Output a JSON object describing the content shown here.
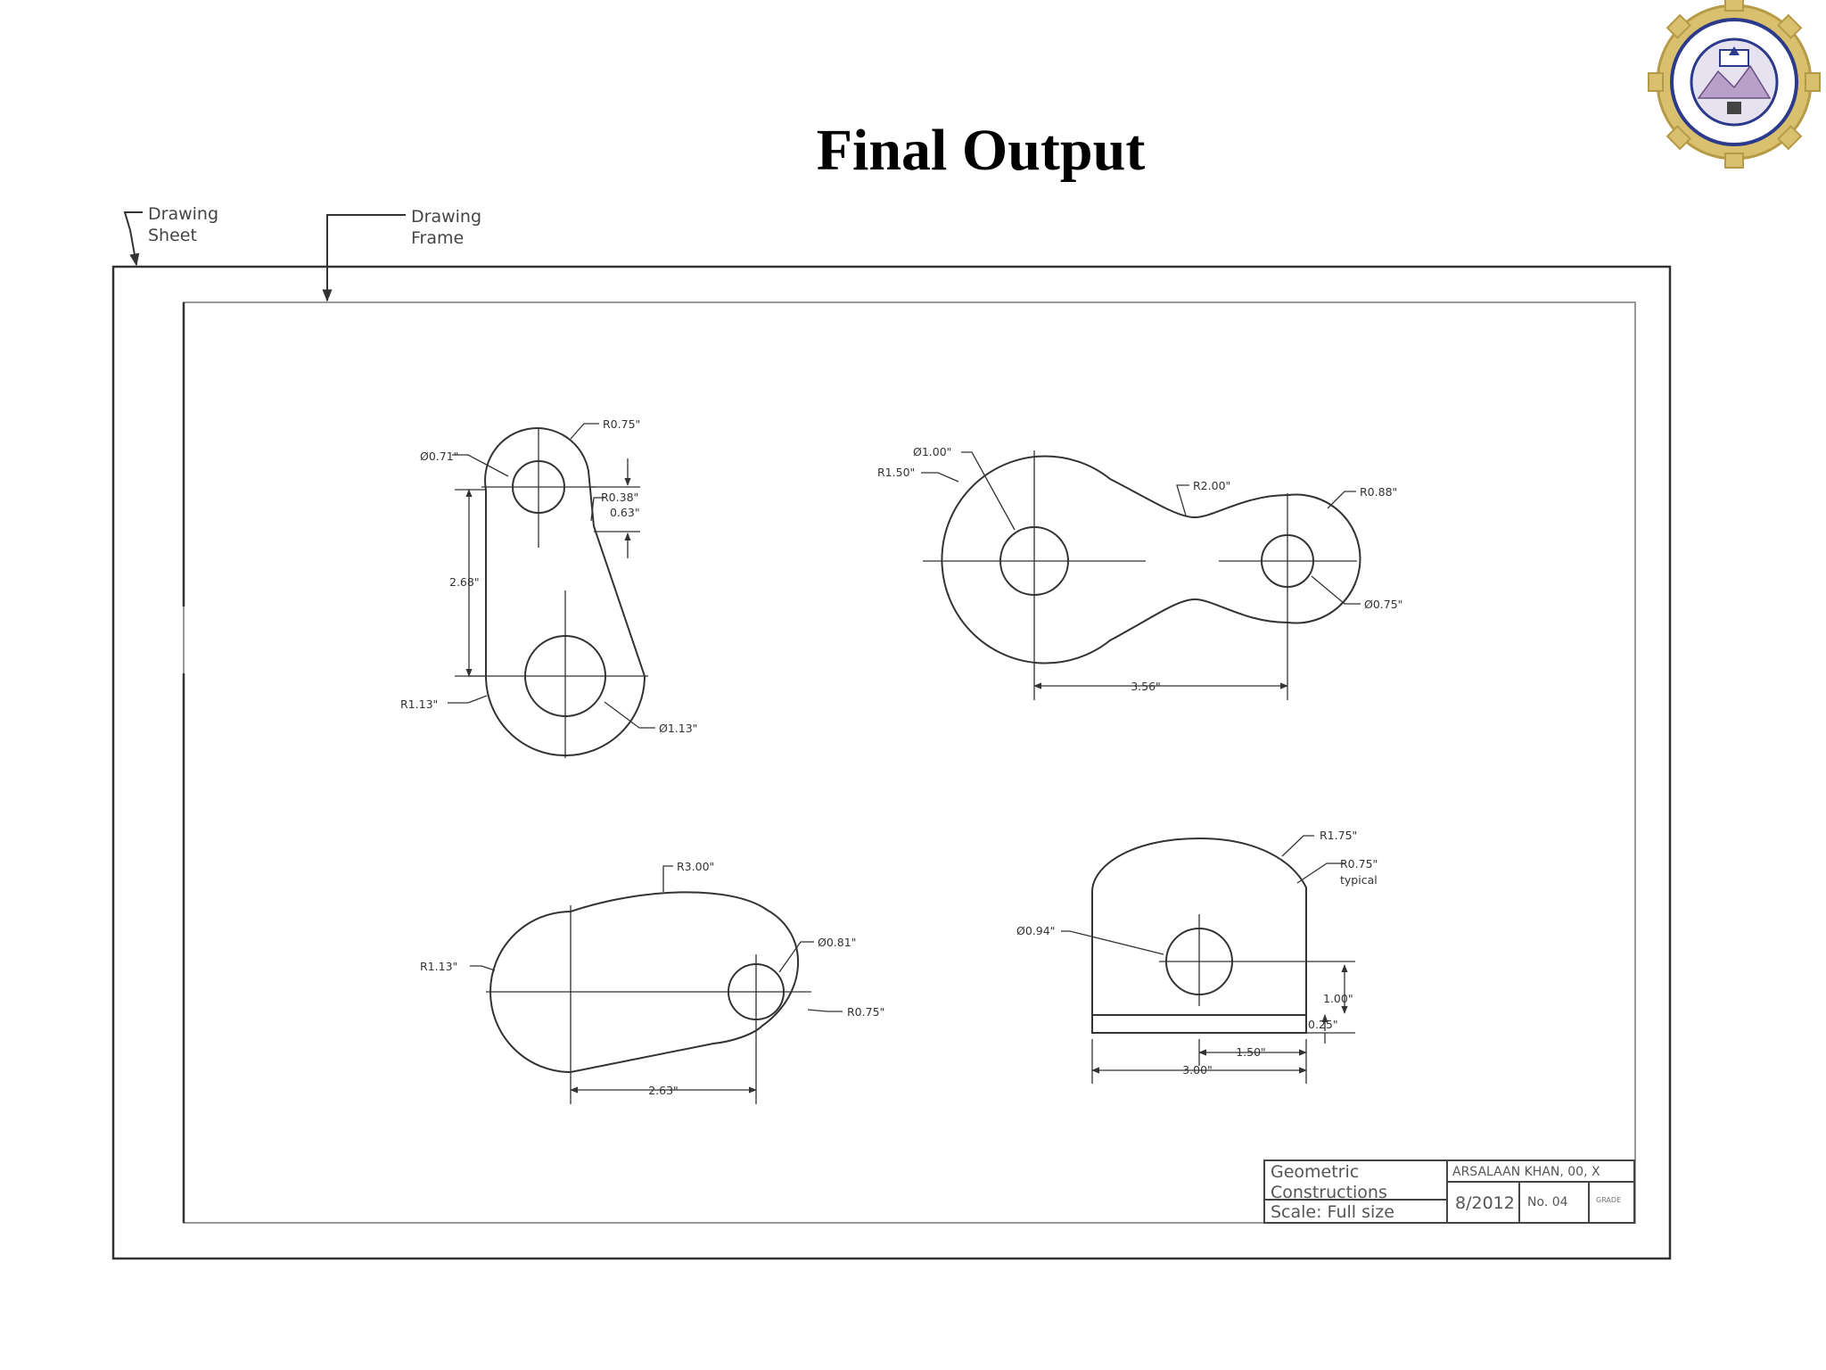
{
  "title": "Final Output",
  "callouts": {
    "sheet": [
      "Drawing",
      "Sheet"
    ],
    "frame": [
      "Drawing",
      "Frame"
    ]
  },
  "parts": {
    "crank": {
      "r_top": "R0.75\"",
      "d_top": "Ø0.71\"",
      "r_corner": "R0.38\"",
      "off": "0.63\"",
      "height": "2.68\"",
      "r_bottom": "R1.13\"",
      "d_bottom": "Ø1.13\""
    },
    "link": {
      "d_big": "Ø1.00\"",
      "r_big": "R1.50\"",
      "r_neck": "R2.00\"",
      "r_small": "R0.88\"",
      "d_small": "Ø0.75\"",
      "center_dist": "3.56\""
    },
    "cam": {
      "r_top": "R3.00\"",
      "r_left": "R1.13\"",
      "d_hole": "Ø0.81\"",
      "r_right": "R0.75\"",
      "center_dist": "2.63\""
    },
    "bracket": {
      "r_top": "R1.75\"",
      "r_fillet": "R0.75\"",
      "fillet_note": "typical",
      "d_hole": "Ø0.94\"",
      "hole_height": "1.00\"",
      "base_thk": "0.25\"",
      "hole_x": "1.50\"",
      "width": "3.00\""
    }
  },
  "title_block": {
    "name_line1": "Geometric",
    "name_line2": "Constructions",
    "scale": "Scale: Full size",
    "author": "ARSALAAN KHAN, 00, X",
    "date": "8/2012",
    "number": "No. 04",
    "rev": "GRADE"
  },
  "colors": {
    "line": "#333333",
    "frame": "#888888",
    "seal_outer": "#c9b06a",
    "seal_inner": "#2b3a8a"
  }
}
